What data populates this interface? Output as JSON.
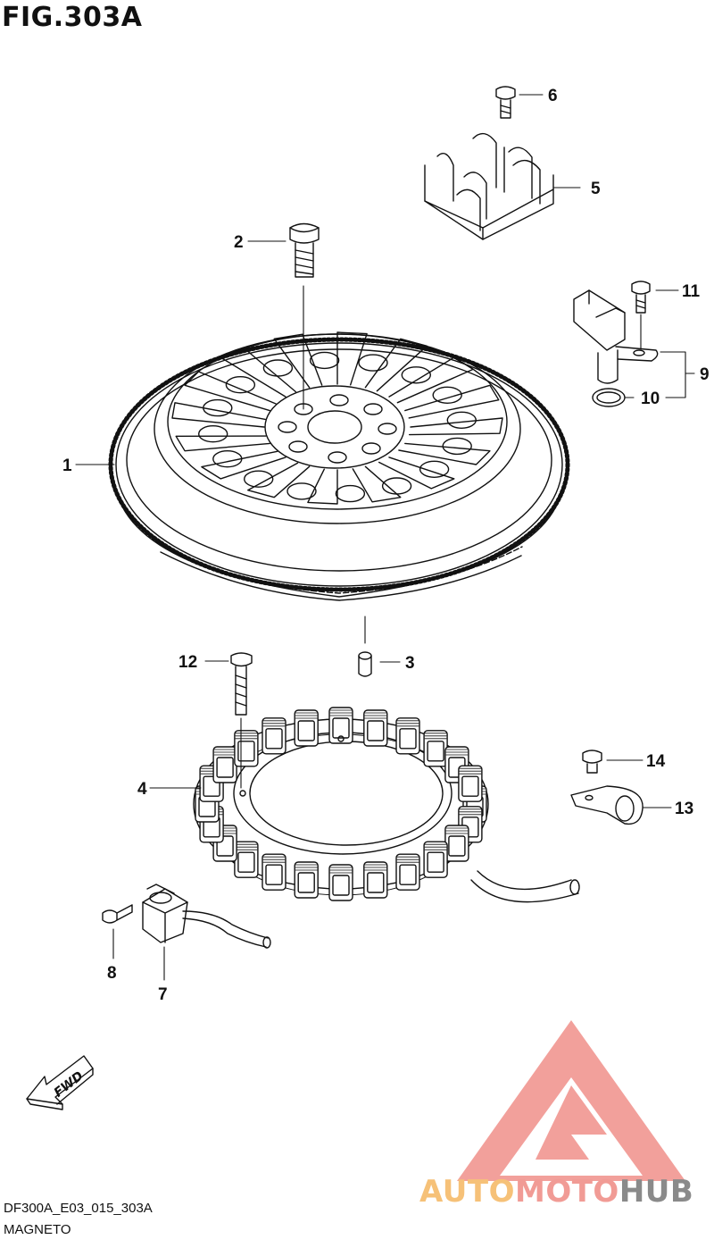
{
  "figure": {
    "title": "FIG.303A",
    "code": "DF300A_E03_015_303A",
    "caption": "MAGNETO"
  },
  "callouts": [
    "1",
    "2",
    "3",
    "4",
    "5",
    "6",
    "7",
    "8",
    "9",
    "10",
    "11",
    "12",
    "13",
    "14"
  ],
  "direction_arrow": {
    "label": "FWD"
  },
  "watermark": {
    "part1": "AUTO",
    "part2": "MOTO",
    "part3": "HUB",
    "colors": {
      "auto": "#f6c178",
      "moto": "#f19b95",
      "hub": "#8a8a8a",
      "logo": "#f08f89"
    }
  }
}
